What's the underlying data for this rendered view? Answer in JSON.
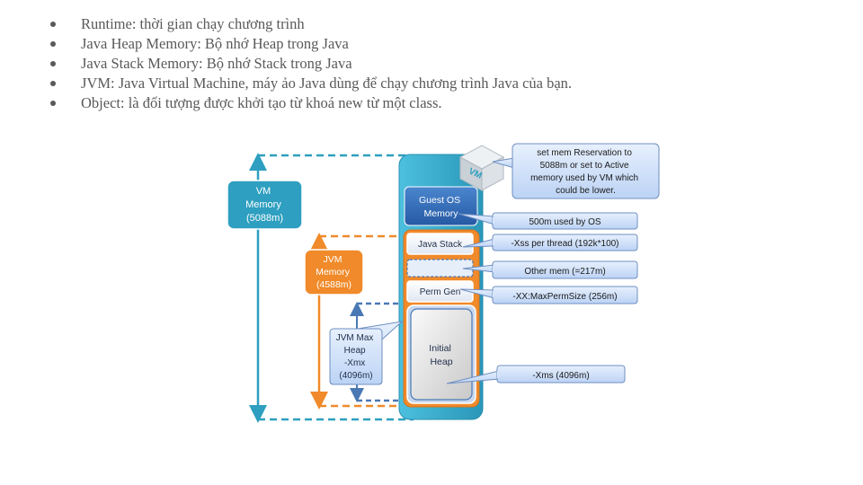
{
  "bullets": [
    "Runtime: thời gian chạy chương trình",
    "Java Heap Memory: Bộ nhớ Heap trong Java",
    "Java Stack Memory: Bộ nhớ Stack trong Java",
    "JVM: Java Virtual Machine, máy ảo Java dùng để chạy chương trình Java của bạn.",
    "Object: là đối tượng được khởi tạo từ khoá new từ một class."
  ],
  "diagram": {
    "vm_cube_label": "VM",
    "vm_memory": [
      "VM",
      "Memory",
      "(5088m)"
    ],
    "jvm_memory": [
      "JVM",
      "Memory",
      "(4588m)"
    ],
    "jvm_max_heap": [
      "JVM Max",
      "Heap",
      "-Xmx",
      "(4096m)"
    ],
    "guest_os": [
      "Guest OS",
      "Memory"
    ],
    "java_stack": "Java Stack",
    "perm_gen": "Perm Gen",
    "initial_heap": [
      "Initial",
      "Heap"
    ],
    "callouts": {
      "reservation": [
        "set mem Reservation to",
        "5088m or set to Active",
        "memory used by VM which",
        "could be lower."
      ],
      "os_used": "500m used by OS",
      "xss": "-Xss per thread (192k*100)",
      "other_mem": "Other mem (=217m)",
      "perm_size": "-XX:MaxPermSize (256m)",
      "xms": "-Xms (4096m)"
    },
    "colors": {
      "vm_teal": "#2e9fc0",
      "jvm_orange": "#f08a2a",
      "heap_blue": "#4a78b5",
      "guest_blue": "#2f6db5",
      "callout_fill": "#cfe2fb",
      "callout_stroke": "#6f8fc2"
    }
  }
}
